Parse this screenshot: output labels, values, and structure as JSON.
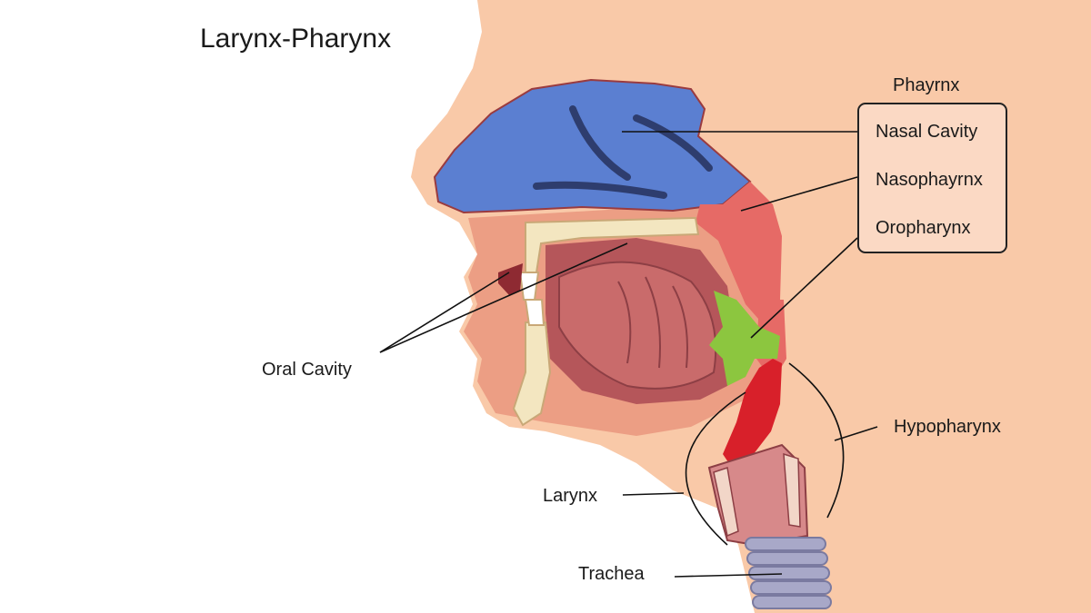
{
  "title": "Larynx-Pharynx",
  "labels": {
    "pharynx_heading": "Phayrnx",
    "nasal_cavity": "Nasal Cavity",
    "nasopharynx": "Nasophayrnx",
    "oropharynx": "Oropharynx",
    "oral_cavity": "Oral Cavity",
    "hypopharynx": "Hypopharynx",
    "larynx": "Larynx",
    "trachea": "Trachea"
  },
  "colors": {
    "skin": "#f9c9a8",
    "nasal_cavity": "#5b7fd1",
    "nasopharynx": "#e66a66",
    "oropharynx": "#8cc63f",
    "oral_cavity": "#b5565a",
    "tongue": "#c96b6b",
    "bone": "#f3e6c0",
    "larynx": "#d7898a",
    "trachea_rings": "#a8a8c8"
  }
}
